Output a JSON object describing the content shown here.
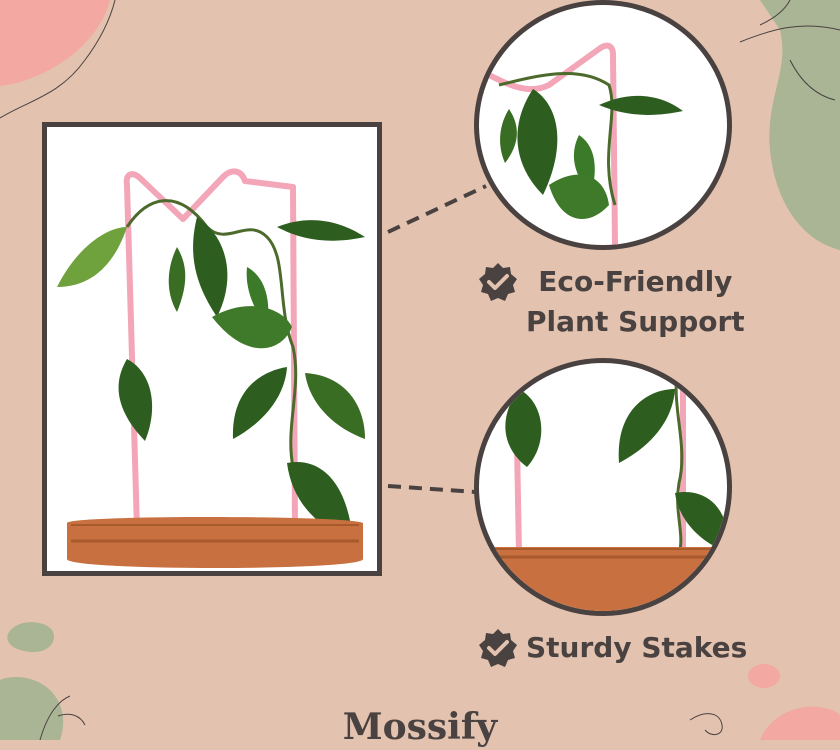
{
  "features": [
    {
      "line1": "Eco-Friendly",
      "line2": "Plant Support",
      "icon": "check-badge-icon"
    },
    {
      "line1": "Sturdy Stakes",
      "icon": "check-badge-icon"
    }
  ],
  "brand": {
    "name": "Mossify"
  },
  "colors": {
    "background": "#e3c3b0",
    "frame": "#4a4240",
    "stake": "#f2a6b8",
    "leaf": "#2e5e1f",
    "pot": "#c8703f",
    "blob_pink": "#f3a8a2",
    "blob_green": "#a9b594"
  }
}
